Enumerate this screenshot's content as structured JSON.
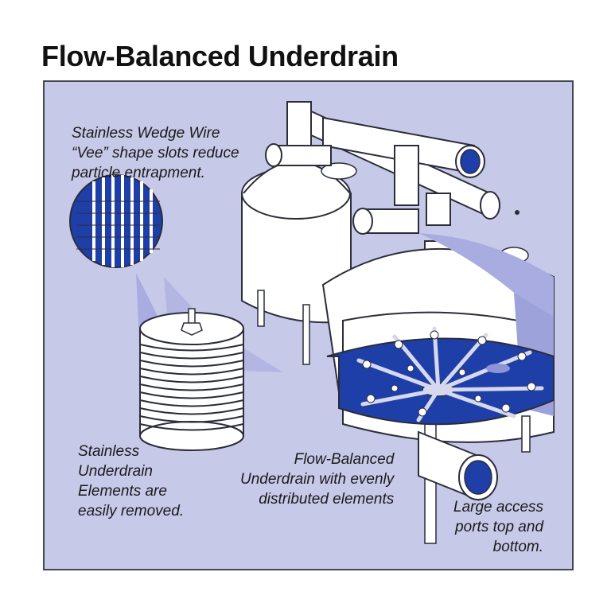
{
  "title": "Flow-Balanced Underdrain",
  "captions": {
    "wedge_wire": "Stainless Wedge Wire\n“Vee” shape slots reduce\nparticle entrapment.",
    "elements": "Stainless\nUnderdrain\nElements are\neasily removed.",
    "flow_balanced": "Flow-Balanced\nUnderdrain with evenly\ndistributed elements",
    "access_ports": "Large access\nports top and\nbottom."
  },
  "colors": {
    "panel_bg": "#c7c9e8",
    "tank_white": "#ffffff",
    "outline": "#2b2d3a",
    "plate_blue": "#1f3fa8",
    "shadow_blue": "#8f94d6"
  }
}
